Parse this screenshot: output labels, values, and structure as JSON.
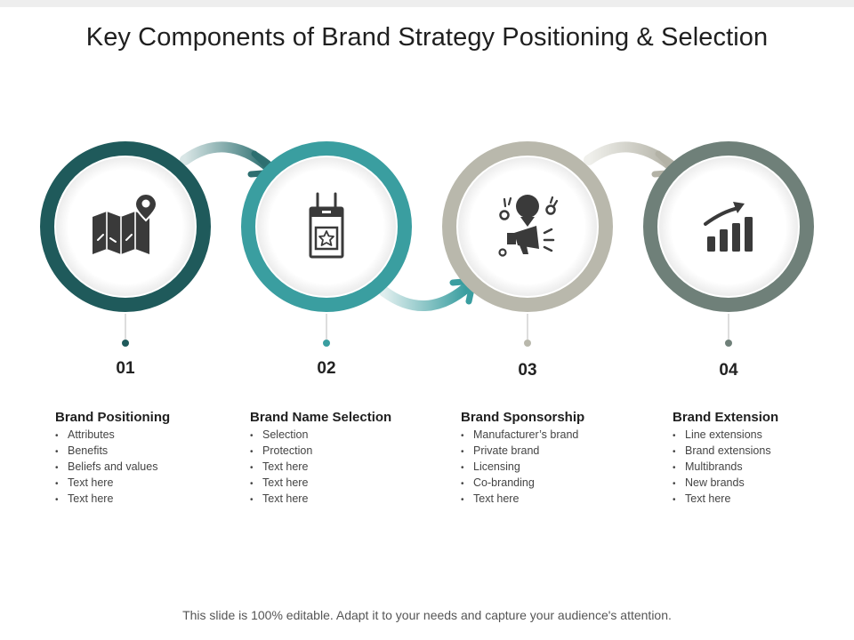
{
  "title": "Key Components of Brand Strategy Positioning & Selection",
  "footer": "This slide is 100% editable. Adapt it to your needs and capture your audience's attention.",
  "colors": {
    "step1": "#1f5a5b",
    "step2": "#3a9ea0",
    "step3": "#b9b8ac",
    "step4": "#6f8079",
    "icon": "#3a3a3a"
  },
  "steps": [
    {
      "number": "01",
      "title": "Brand Positioning",
      "icon": "map-pin-icon",
      "items": [
        "Attributes",
        "Benefits",
        "Beliefs and values",
        "Text here",
        "Text here"
      ]
    },
    {
      "number": "02",
      "title": "Brand Name Selection",
      "icon": "id-badge-star-icon",
      "items": [
        "Selection",
        "Protection",
        "Text here",
        "Text here",
        "Text here"
      ]
    },
    {
      "number": "03",
      "title": "Brand Sponsorship",
      "icon": "megaphone-icon",
      "items": [
        "Manufacturer’s brand",
        "Private brand",
        "Licensing",
        "Co-branding",
        "Text here"
      ]
    },
    {
      "number": "04",
      "title": "Brand Extension",
      "icon": "growth-chart-icon",
      "items": [
        "Line extensions",
        "Brand extensions",
        "Multibrands",
        "New brands",
        "Text here"
      ]
    }
  ]
}
